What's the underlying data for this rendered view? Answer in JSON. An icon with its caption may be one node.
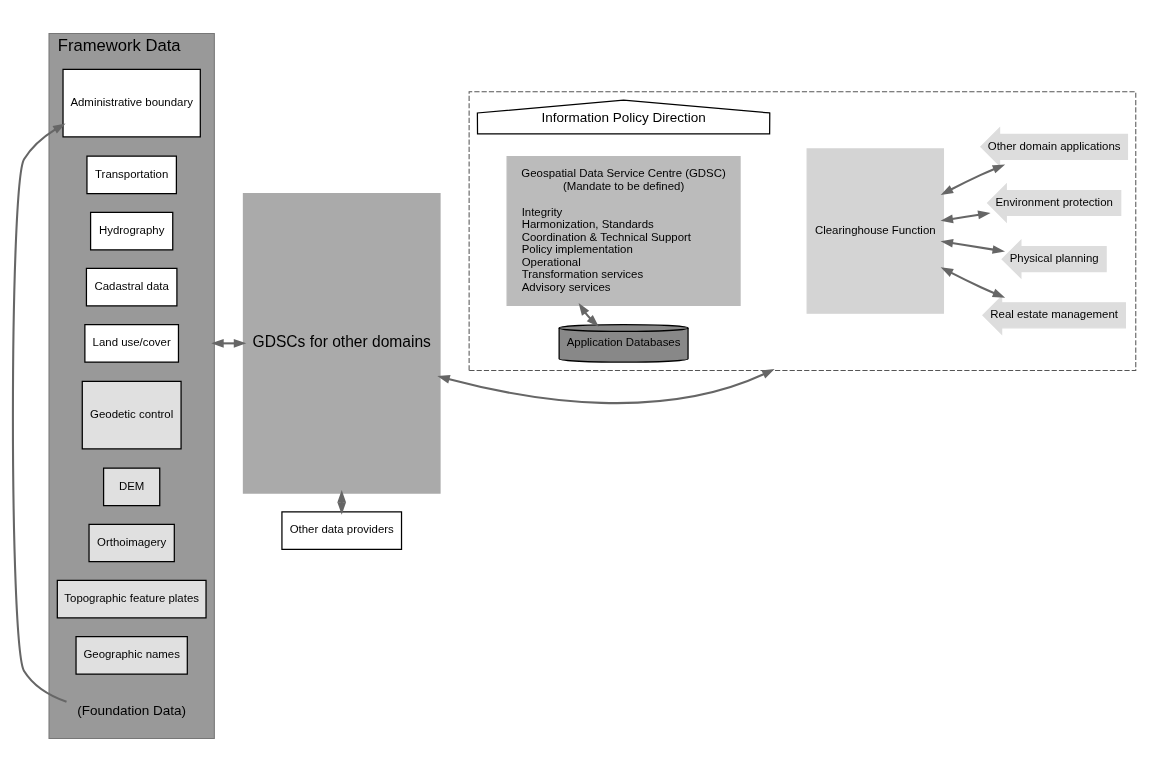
{
  "diagram": {
    "nodes": [
      {
        "text": [
          "Framework Data"
        ]
      },
      {
        "text": [
          "Land use/cover"
        ],
        "in": 0
      },
      {
        "text": [
          "Cadastral data"
        ],
        "in": 0
      },
      {
        "text": [
          "Hydrography"
        ],
        "in": 0
      },
      {
        "text": [
          "Transportation"
        ],
        "in": 0
      },
      {
        "text": [
          "Administrative boundary"
        ],
        "in": 0
      },
      {
        "text": [
          "(Foundation Data)"
        ],
        "in": 0
      },
      {
        "text": [
          "Geographic names"
        ],
        "in": 0
      },
      {
        "text": [
          "Topographic feature plates"
        ],
        "in": 0
      },
      {
        "text": [
          "Orthoimagery"
        ],
        "in": 0
      },
      {
        "text": [
          "DEM"
        ],
        "in": 0
      },
      {
        "text": [
          "Geodetic control"
        ],
        "in": 0
      },
      {
        "text": [
          "GDSCs for other domains"
        ]
      },
      {
        "text": [],
        "shape": "box"
      },
      {
        "text": [
          "Application Databases"
        ],
        "in": 13
      },
      {
        "text": [
          "Geospatial Data Service Centre (GDSC)",
          "(Mandate to be defined)",
          "Integrity",
          "Harmonization, Standards",
          "Coordination & Technical Support",
          "Policy implementation",
          "Operational",
          "Transformation services",
          "Advisory services"
        ],
        "in": 13
      },
      {
        "text": [
          "Clearinghouse Function"
        ],
        "in": 13
      },
      {
        "text": [
          "Real estate management"
        ],
        "in": 13
      },
      {
        "text": [
          "Physical planning"
        ],
        "in": 13
      },
      {
        "text": [
          "Environment protection"
        ],
        "in": 13
      },
      {
        "text": [
          "Other domain applications"
        ],
        "in": 13
      },
      {
        "text": [
          "Information Policy Direction"
        ],
        "in": 13
      },
      {
        "text": [
          "Other data providers"
        ]
      }
    ],
    "edges": [
      {
        "from": 6,
        "to": 5,
        "arrow": "to"
      },
      {
        "from": 0,
        "to": 12,
        "arrow": "both"
      },
      {
        "from": 12,
        "to": 13,
        "arrow": "both"
      },
      {
        "from": 14,
        "to": 15,
        "arrow": "both"
      },
      {
        "from": 16,
        "to": 17,
        "arrow": "both"
      },
      {
        "from": 16,
        "to": 18,
        "arrow": "both"
      },
      {
        "from": 16,
        "to": 19,
        "arrow": "both"
      },
      {
        "from": 16,
        "to": 20,
        "arrow": "both"
      },
      {
        "from": 12,
        "to": 22,
        "arrow": "both"
      }
    ]
  }
}
